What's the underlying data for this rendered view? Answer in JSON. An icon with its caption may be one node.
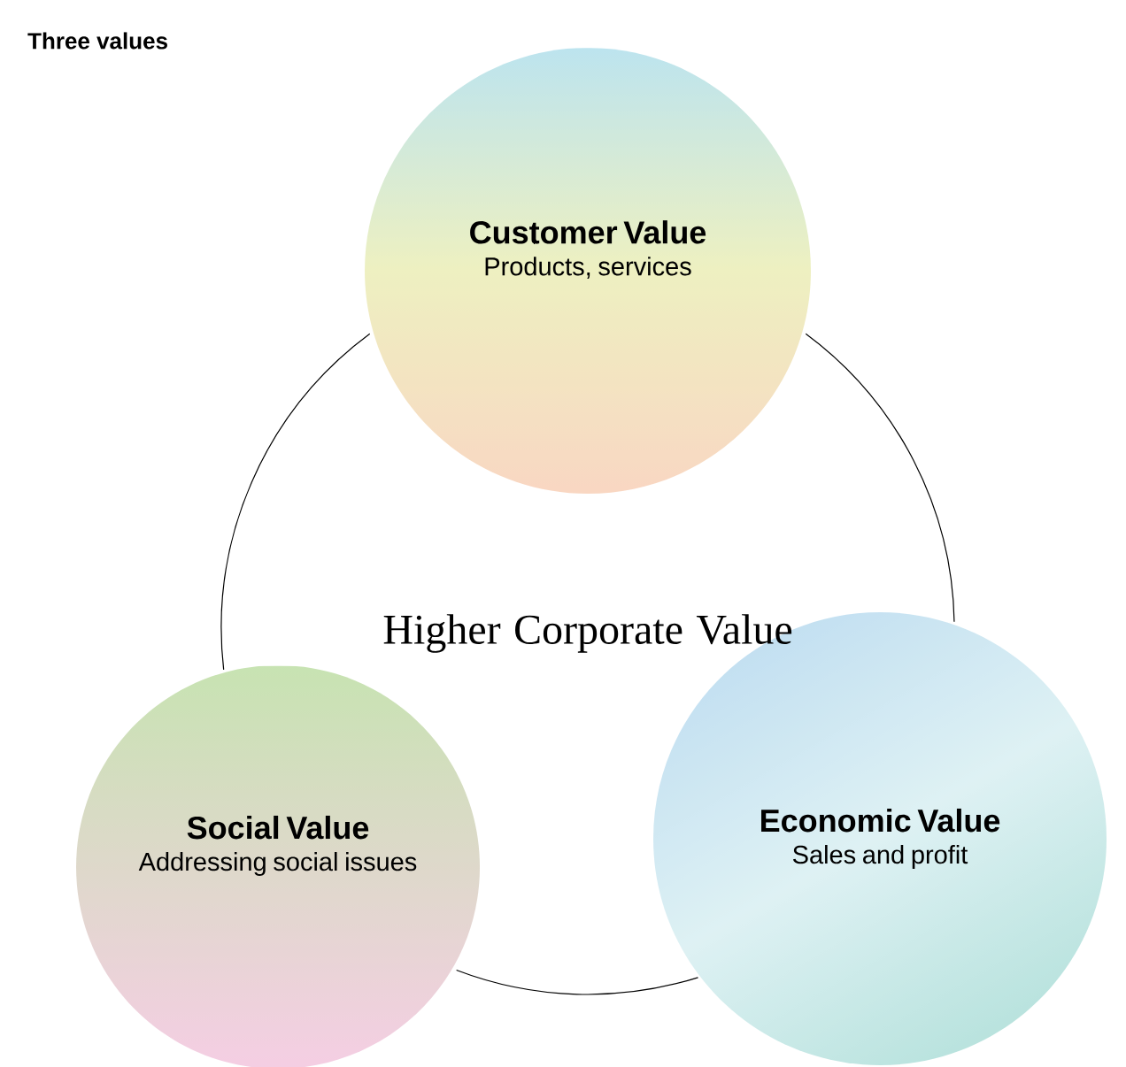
{
  "diagram": {
    "title": "Three values",
    "nodes": [
      {
        "text": [
          "Higher Corporate Value"
        ]
      },
      {
        "text": [
          "Customer Value",
          "Products, services"
        ]
      },
      {
        "text": [
          "Social Value",
          "Addressing social issues"
        ]
      },
      {
        "text": [
          "Economic Value",
          "Sales and profit"
        ]
      }
    ]
  }
}
